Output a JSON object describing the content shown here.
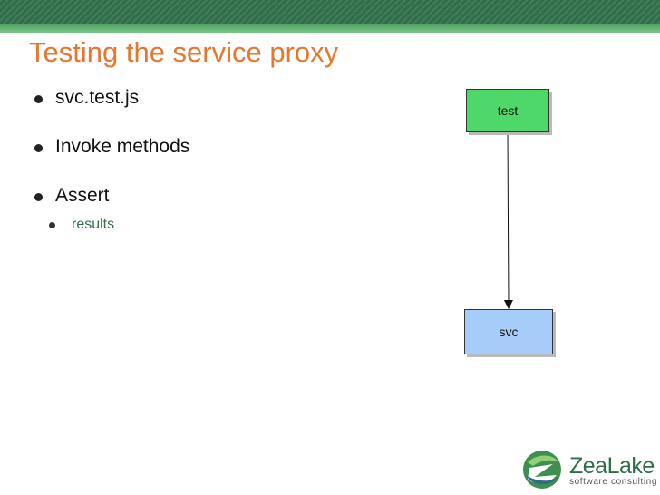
{
  "slide": {
    "title": "Testing the service proxy",
    "bullets": [
      {
        "text": "svc.test.js"
      },
      {
        "text": "Invoke methods"
      },
      {
        "text": "Assert"
      }
    ],
    "sub_bullets": [
      {
        "text": "results"
      }
    ]
  },
  "diagram": {
    "nodes": [
      {
        "id": "test",
        "label": "test"
      },
      {
        "id": "svc",
        "label": "svc"
      }
    ],
    "edges": [
      {
        "from": "test",
        "to": "svc"
      }
    ]
  },
  "logo": {
    "name": "ZeaLake",
    "tagline": "software consulting"
  },
  "colors": {
    "title": "#e8762d",
    "stripe": "#2f6e49",
    "node_test": "#4fd86a",
    "node_svc": "#a6cdfa",
    "sub_bullet": "#2f6e49"
  }
}
